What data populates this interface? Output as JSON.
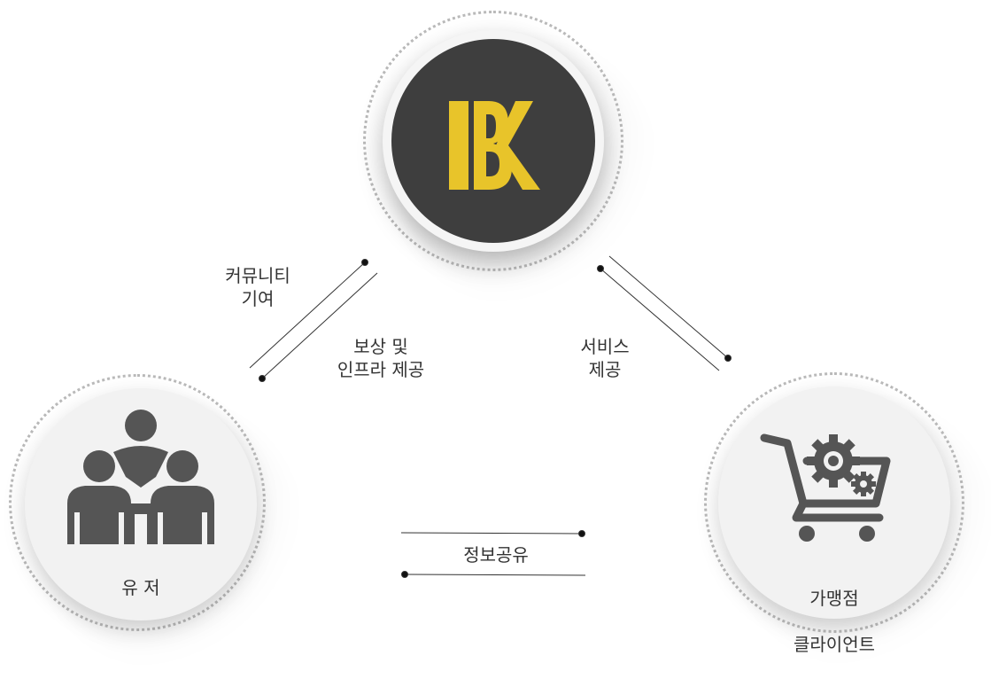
{
  "colors": {
    "accent": "#e8c42a",
    "dark_disc": "#3e3e3e",
    "light_disc": "#f2f2f2",
    "icon_gray": "#555555",
    "line": "#333333",
    "ring": "#b9b9b9"
  },
  "nodes": {
    "center": {
      "logo_icon": "bk-logo-icon"
    },
    "user": {
      "label": "유 저",
      "icon": "users-group-icon"
    },
    "merchant": {
      "label_line1": "가맹점",
      "label_line2": "클라이언트",
      "icon": "shopping-cart-gear-icon"
    }
  },
  "edges": {
    "user_to_center": {
      "line1": "커뮤니티",
      "line2": "기여"
    },
    "center_to_user": {
      "line1": "보상 및",
      "line2": "인프라 제공"
    },
    "center_to_merchant": {
      "line1": "서비스",
      "line2": "제공"
    },
    "user_merchant": {
      "label": "정보공유"
    }
  }
}
